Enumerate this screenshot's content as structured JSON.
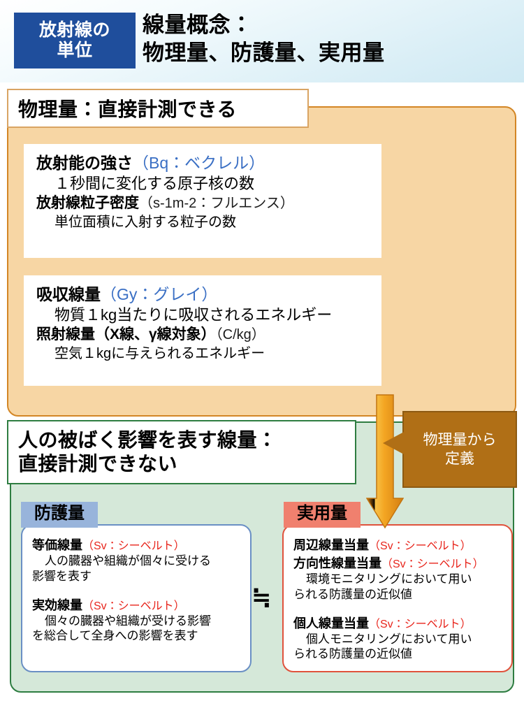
{
  "header": {
    "badge_line1": "放射線の",
    "badge_line2": "単位",
    "title_line1": "線量概念：",
    "title_line2": "物理量、防護量、実用量",
    "badge_color": "#1F4E9C"
  },
  "physical_section": {
    "header_label": "物理量：直接計測できる",
    "panel_color": "#F7D6A4",
    "panel_border": "#D38625",
    "cards": [
      {
        "id": "activity",
        "entries": [
          {
            "title": "放射能の強さ",
            "unit": "（Bq：ベクレル）",
            "unit_color": "#3A6FC4",
            "description": "１秒間に変化する原子核の数"
          },
          {
            "title": "放射線粒子密度",
            "unit": "（s-1m-2：フルエンス）",
            "unit_color": "#1C1C1C",
            "description": "単位面積に入射する粒子の数"
          }
        ]
      },
      {
        "id": "absorbed",
        "entries": [
          {
            "title": "吸収線量",
            "unit": "（Gy：グレイ）",
            "unit_color": "#3A6FC4",
            "description": "物質１kg当たりに吸収されるエネルギー"
          },
          {
            "title": "照射線量（X線、γ線対象）",
            "unit": "（C/kg）",
            "unit_color": "#1C1C1C",
            "description": "空気１kgに与えられるエネルギー"
          }
        ]
      }
    ]
  },
  "callout": {
    "line1": "物理量から",
    "line2": "定義",
    "background": "#B06F16"
  },
  "arrow": {
    "name": "down-arrow",
    "color": "#EF9A18"
  },
  "human_section": {
    "header_line1": "人の被ばく影響を表す線量：",
    "header_line2": "直接計測できない",
    "panel_color": "#D5E8D9",
    "panel_border": "#2E7D41",
    "approx_symbol": "≒",
    "protection": {
      "badge": "防護量",
      "badge_color": "#98B4DB",
      "border_color": "#6A8FC4",
      "entries": [
        {
          "title": "等価線量",
          "unit": "（Sv：シーベルト）",
          "desc_line1": "人の臓器や組織が個々に受ける",
          "desc_line2": "影響を表す"
        },
        {
          "title": "実効線量",
          "unit": "（Sv：シーベルト）",
          "desc_line1": "個々の臓器や組織が受ける影響",
          "desc_line2": "を総合して全身への影響を表す"
        }
      ]
    },
    "operational": {
      "badge": "実用量",
      "badge_color": "#F0806E",
      "border_color": "#E0523C",
      "entries": [
        {
          "title": "周辺線量当量",
          "unit": "（Sv：シーベルト）",
          "title2": "方向性線量当量",
          "unit2": "（Sv：シーベルト）",
          "desc_line1": "環境モニタリングにおいて用い",
          "desc_line2": "られる防護量の近似値"
        },
        {
          "title": "個人線量当量",
          "unit": "（Sv：シーベルト）",
          "desc_line1": "個人モニタリングにおいて用い",
          "desc_line2": "られる防護量の近似値"
        }
      ]
    }
  }
}
